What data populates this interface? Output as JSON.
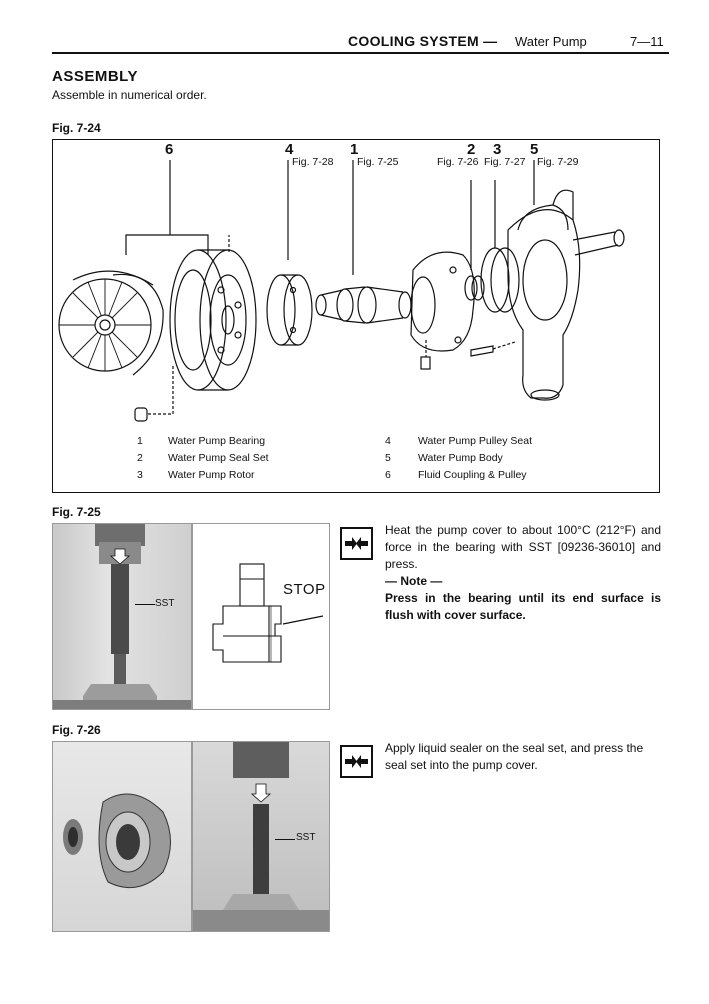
{
  "header": {
    "section": "COOLING SYSTEM —",
    "subsection": "Water Pump",
    "page_number": "7—11"
  },
  "assembly": {
    "title": "ASSEMBLY",
    "subtitle": "Assemble in numerical order."
  },
  "fig24": {
    "label": "Fig. 7-24",
    "callouts": [
      {
        "num": "6",
        "ref": ""
      },
      {
        "num": "4",
        "ref": "Fig. 7-28"
      },
      {
        "num": "1",
        "ref": "Fig. 7-25"
      },
      {
        "num": "2",
        "ref": "Fig. 7-26"
      },
      {
        "num": "3",
        "ref": "Fig. 7-27"
      },
      {
        "num": "5",
        "ref": "Fig. 7-29"
      }
    ],
    "legend": [
      {
        "num": "1",
        "text": "Water Pump Bearing"
      },
      {
        "num": "2",
        "text": "Water Pump Seal Set"
      },
      {
        "num": "3",
        "text": "Water Pump Rotor"
      },
      {
        "num": "4",
        "text": "Water Pump Pulley Seat"
      },
      {
        "num": "5",
        "text": "Water Pump Body"
      },
      {
        "num": "6",
        "text": "Fluid Coupling & Pulley"
      }
    ]
  },
  "fig25": {
    "label": "Fig. 7-25",
    "sst_label": "SST",
    "stop_label": "STOP",
    "instruction": "Heat the pump cover to about 100°C (212°F) and force in the bearing with SST [09236-36010] and press.",
    "note_title": "— Note —",
    "note_text": "Press in the bearing until its end surface is flush with cover surface."
  },
  "fig26": {
    "label": "Fig. 7-26",
    "sst_label": "SST",
    "instruction": "Apply liquid sealer on the seal set, and press the seal set into the pump cover."
  },
  "icons": {
    "press_icon": "arrows-pointing-inward-icon"
  }
}
